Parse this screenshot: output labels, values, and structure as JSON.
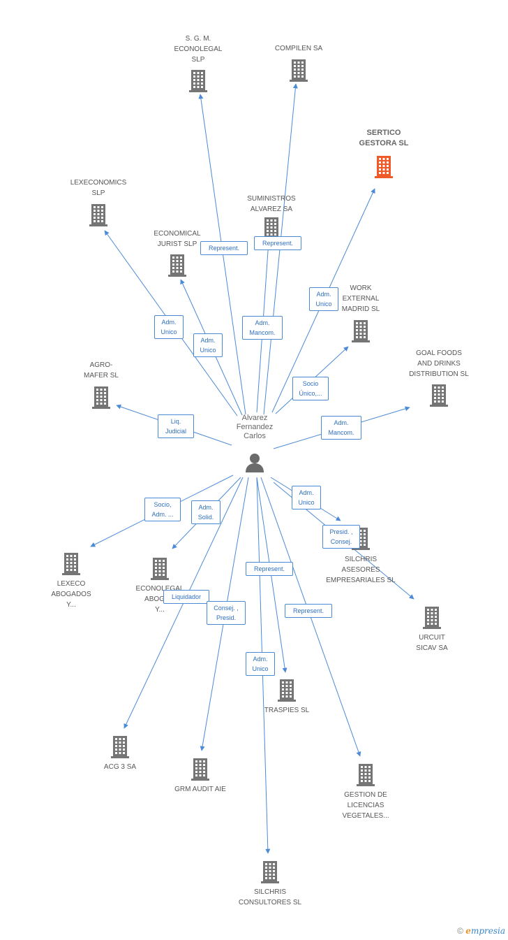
{
  "center": {
    "name": "Alvarez\nFernandez\nCarlos",
    "icon": "person-icon"
  },
  "companies": [
    {
      "id": "sgm",
      "name": "S.  G. M.\nECONOLEGAL\nSLP"
    },
    {
      "id": "compilen",
      "name": "COMPILEN SA"
    },
    {
      "id": "sertico",
      "name": "SERTICO\nGESTORA SL",
      "highlight": true
    },
    {
      "id": "lexeconomics",
      "name": "LEXECONOMICS\nSLP"
    },
    {
      "id": "suministros",
      "name": "SUMINISTROS\nALVAREZ SA"
    },
    {
      "id": "economical",
      "name": "ECONOMICAL\nJURIST  SLP"
    },
    {
      "id": "work",
      "name": "WORK\nEXTERNAL\nMADRID  SL"
    },
    {
      "id": "agro",
      "name": "AGRO-\nMAFER SL"
    },
    {
      "id": "goal",
      "name": "GOAL FOODS\nAND DRINKS\nDISTRIBUTION SL"
    },
    {
      "id": "lexeco",
      "name": "LEXECO\nABOGADOS\nY..."
    },
    {
      "id": "econolegal",
      "name": "ECONOLEGAL\nABOGA...\nY..."
    },
    {
      "id": "silchris_ae",
      "name": "SILCHRIS\nASESORES\nEMPRESARIALES SL"
    },
    {
      "id": "urcuit",
      "name": "URCUIT\nSICAV SA"
    },
    {
      "id": "traspies",
      "name": "TRASPIES SL"
    },
    {
      "id": "acg",
      "name": "ACG 3 SA"
    },
    {
      "id": "grm",
      "name": "GRM AUDIT  AIE"
    },
    {
      "id": "gestion",
      "name": "GESTION DE\nLICENCIAS\nVEGETALES..."
    },
    {
      "id": "silchris_c",
      "name": "SILCHRIS\nCONSULTORES SL"
    }
  ],
  "relations": [
    {
      "to": "sgm",
      "label": "Represent."
    },
    {
      "to": "compilen",
      "label": "Represent."
    },
    {
      "to": "sertico",
      "label": "Adm.\nUnico"
    },
    {
      "to": "lexeconomics",
      "label": "Adm.\nUnico"
    },
    {
      "to": "suministros",
      "label": "Adm.\nMancom."
    },
    {
      "to": "economical",
      "label": "Adm.\nUnico"
    },
    {
      "to": "work",
      "label": "Socio\nÚnico,..."
    },
    {
      "to": "agro",
      "label": "Liq.\nJudicial"
    },
    {
      "to": "goal",
      "label": "Adm.\nMancom."
    },
    {
      "to": "lexeco",
      "label": "Socio,\nAdm. ..."
    },
    {
      "to": "econolegal",
      "label": "Adm.\nSolid."
    },
    {
      "to": "silchris_ae",
      "label": "Adm.\nUnico"
    },
    {
      "to": "urcuit",
      "label": "Presid. ,\nConsej."
    },
    {
      "to": "acg",
      "label": "Liquidador"
    },
    {
      "to": "grm",
      "label": "Consej. ,\nPresid."
    },
    {
      "to": "traspies",
      "label": "Represent."
    },
    {
      "to": "gestion",
      "label": "Represent."
    },
    {
      "to": "silchris_c",
      "label": "Adm.\nUnico"
    }
  ],
  "colors": {
    "edge": "#4a8ad6",
    "building": "#757575",
    "highlight": "#f05a28",
    "person": "#6b6b6b"
  },
  "footer": {
    "copyright": "©",
    "brand_e": "e",
    "brand_rest": "mpresia"
  }
}
